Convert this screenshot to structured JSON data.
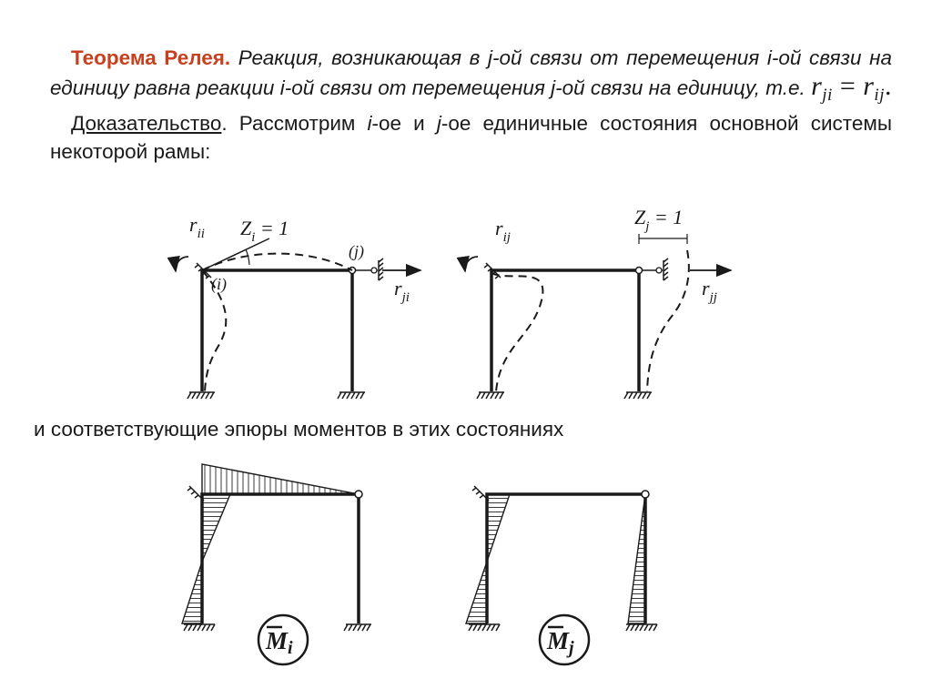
{
  "theorem": {
    "title": "Теорема Релея.",
    "statement": "Реакция, возникающая в j-ой связи от перемещения i-ой связи на единицу равна реакции i-ой связи от перемещения j-ой связи на единицу, т.е.",
    "formula_lhs": "r",
    "formula_lhs_sub": "ji",
    "formula_eq": " = ",
    "formula_rhs": "r",
    "formula_rhs_sub": "ij",
    "formula_end": "."
  },
  "proof": {
    "label": "Доказательство",
    "p1": ". Рассмотрим ",
    "var_i": "i",
    "p2": "-ое и ",
    "var_j": "j",
    "p3": "-ое единичные состояния основной системы некоторой рамы:"
  },
  "diagram_i": {
    "r_top": "r",
    "r_top_sub": "ii",
    "z": "Z",
    "z_sub": "i",
    "z_val": " = 1",
    "node_i": "(i)",
    "node_j": "(j)",
    "r_right": "r",
    "r_right_sub": "ji"
  },
  "diagram_j": {
    "r_top": "r",
    "r_top_sub": "ij",
    "z": "Z",
    "z_sub": "j",
    "z_val": " = 1",
    "r_right": "r",
    "r_right_sub": "jj"
  },
  "subtitle": "и соответствующие эпюры моментов в этих состояниях",
  "moment_i": {
    "symbol": "M",
    "sub": "i"
  },
  "moment_j": {
    "symbol": "M",
    "sub": "j"
  }
}
